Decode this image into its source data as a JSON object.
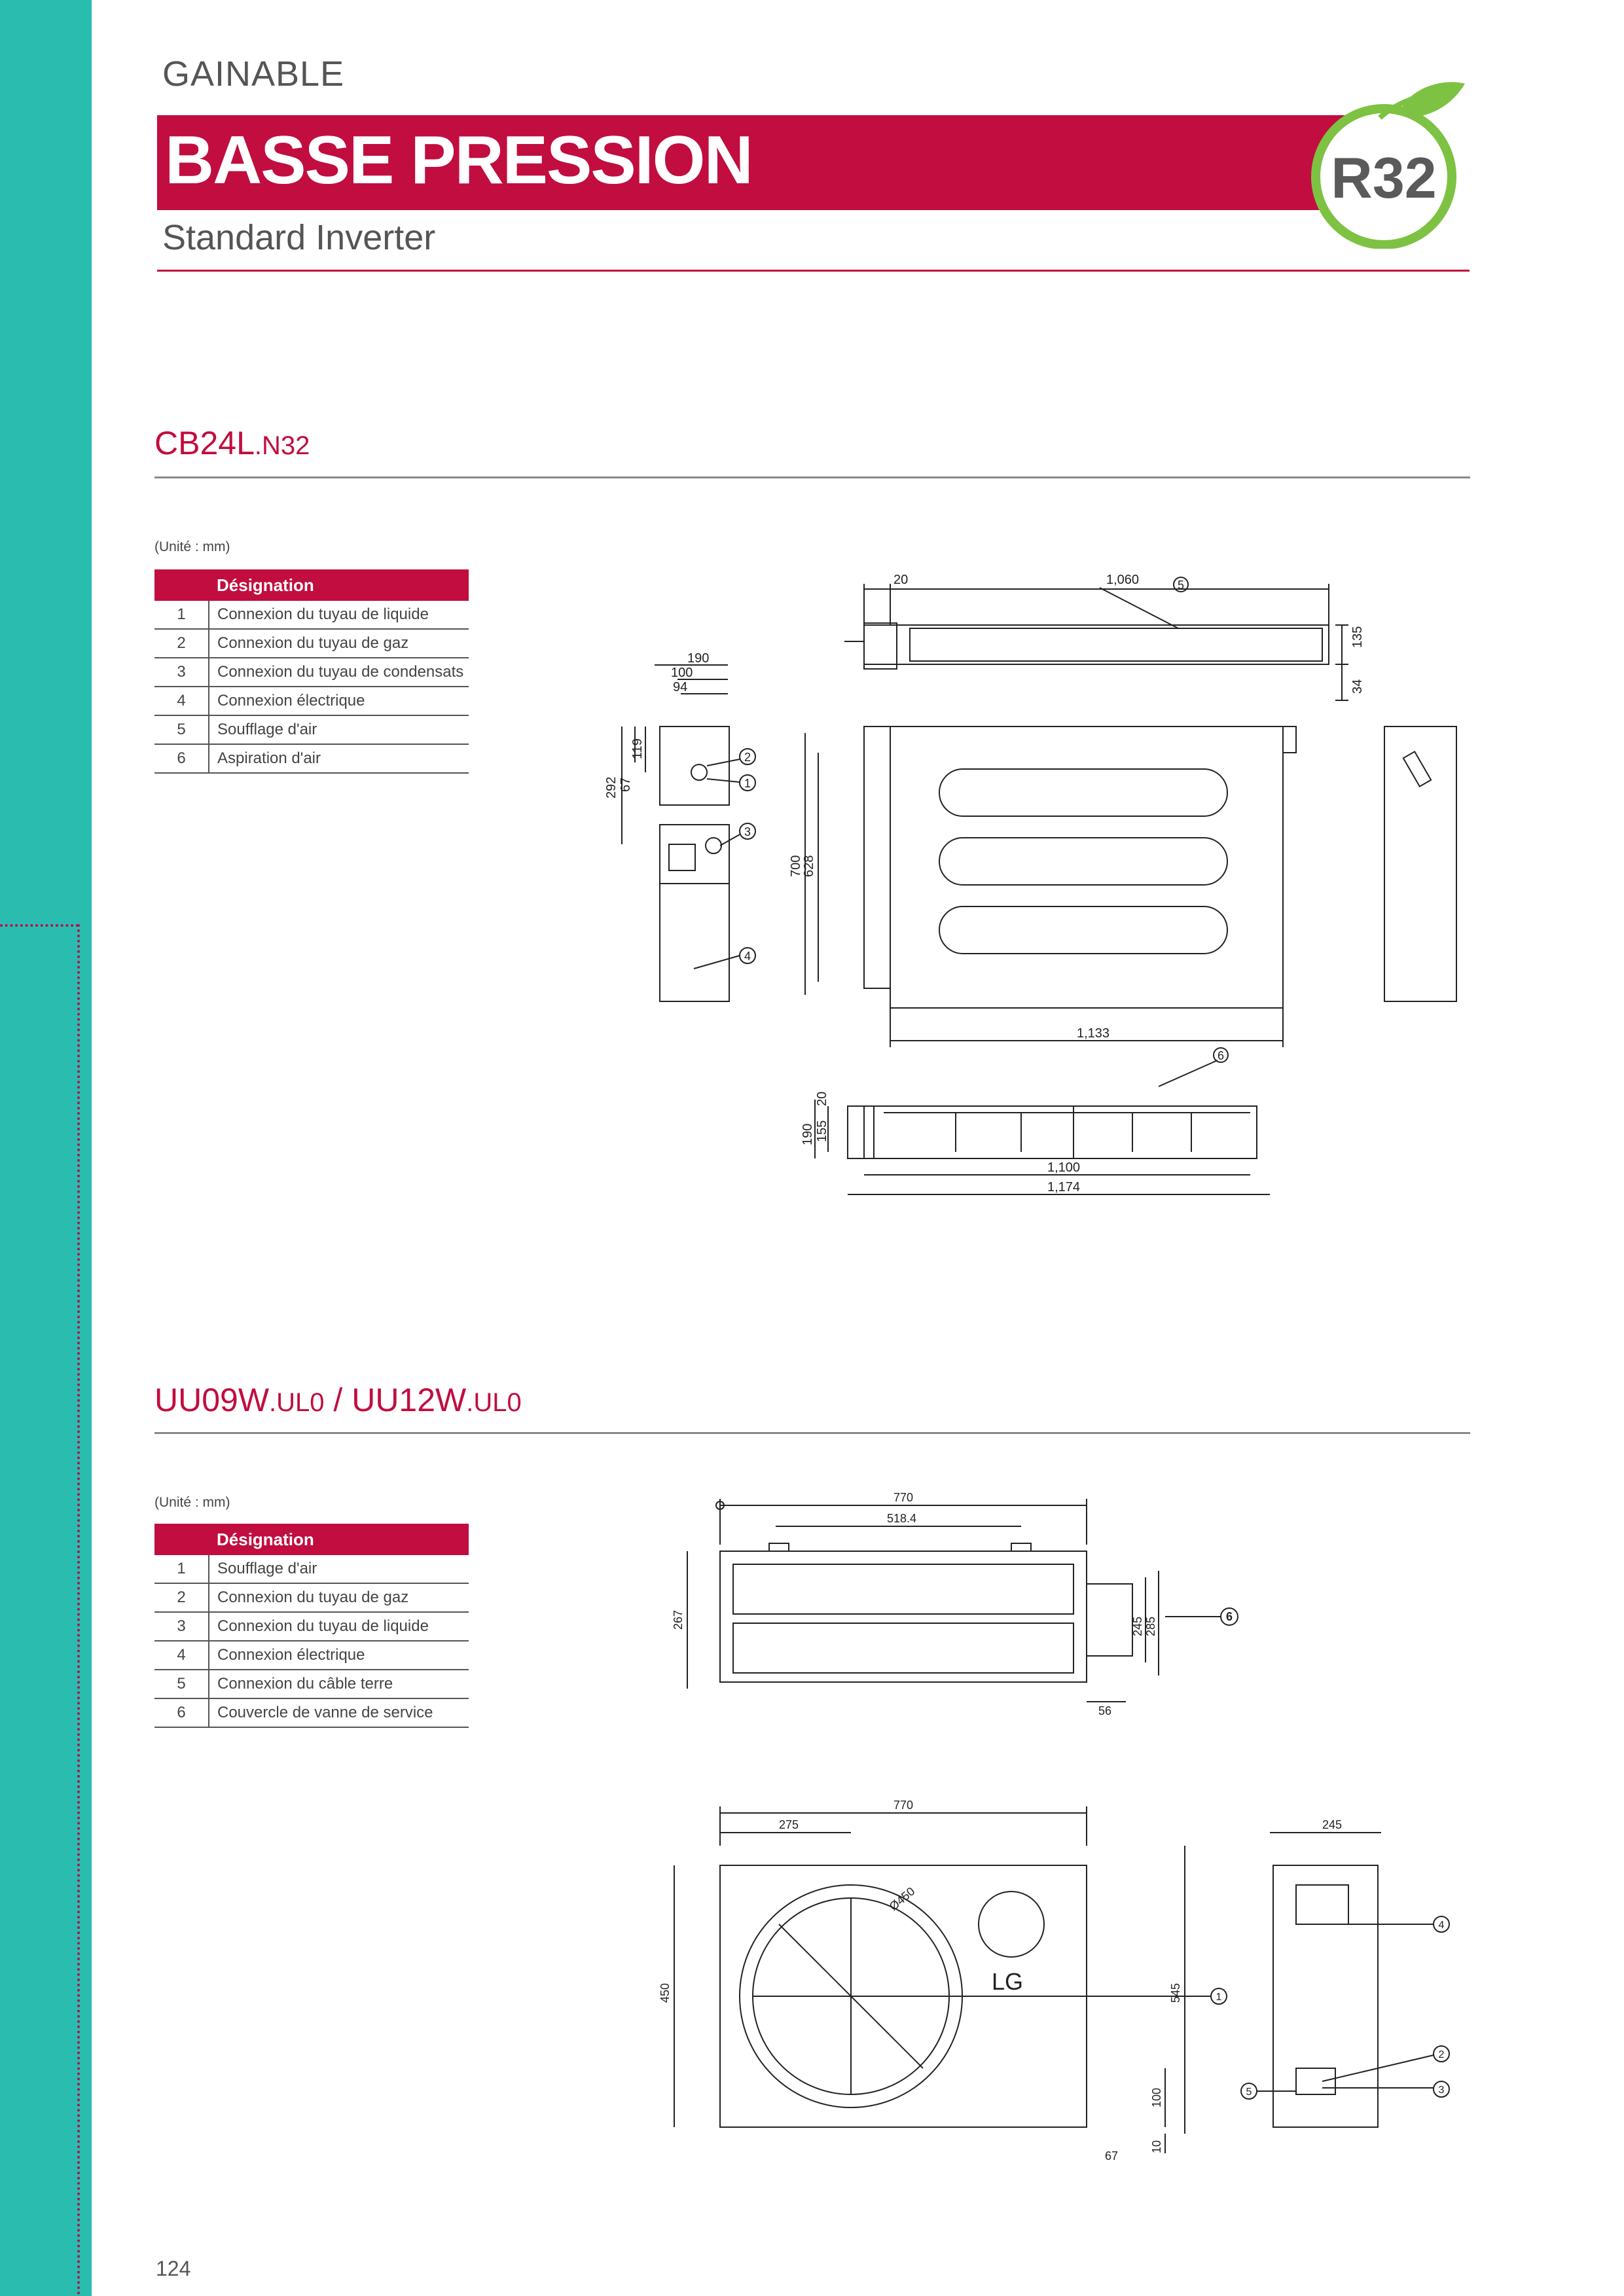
{
  "header": {
    "category": "GAINABLE",
    "title": "BASSE PRESSION",
    "subtitle": "Standard Inverter",
    "badge": "R32",
    "accent_color": "#c10d3f",
    "badge_color": "#7dc242"
  },
  "section1": {
    "model_main": "CB24L",
    "model_suffix": ".N32",
    "unit": "(Unité : mm)",
    "table_header": "Désignation",
    "rows": [
      {
        "num": "1",
        "label": "Connexion du tuyau de liquide"
      },
      {
        "num": "2",
        "label": "Connexion du tuyau de gaz"
      },
      {
        "num": "3",
        "label": "Connexion du tuyau de condensats"
      },
      {
        "num": "4",
        "label": "Connexion électrique"
      },
      {
        "num": "5",
        "label": "Soufflage d'air"
      },
      {
        "num": "6",
        "label": "Aspiration d'air"
      }
    ],
    "dims": {
      "top_20": "20",
      "top_1060": "1,060",
      "h_135": "135",
      "h_34": "34",
      "side_190": "190",
      "side_100": "100",
      "side_94": "94",
      "side_292": "292",
      "side_67": "67",
      "side_119": "119",
      "front_700": "700",
      "front_628": "628",
      "front_1133": "1,133",
      "bot_20": "20",
      "bot_190": "190",
      "bot_155": "155",
      "bot_1100": "1,100",
      "bot_1174": "1,174"
    },
    "markers": [
      "1",
      "2",
      "3",
      "4",
      "5",
      "6"
    ]
  },
  "section2": {
    "model_a": "UU09W",
    "suffix_a": ".UL0",
    "separator": " / ",
    "model_b": "UU12W",
    "suffix_b": ".UL0",
    "unit": "(Unité : mm)",
    "table_header": "Désignation",
    "rows": [
      {
        "num": "1",
        "label": "Soufflage d'air"
      },
      {
        "num": "2",
        "label": "Connexion du tuyau de gaz"
      },
      {
        "num": "3",
        "label": "Connexion du tuyau de liquide"
      },
      {
        "num": "4",
        "label": "Connexion électrique"
      },
      {
        "num": "5",
        "label": "Connexion du câble terre"
      },
      {
        "num": "6",
        "label": "Couvercle de vanne de service"
      }
    ],
    "dims": {
      "top_770": "770",
      "top_518": "518.4",
      "top_267": "267",
      "top_245": "245",
      "top_285": "285",
      "top_56": "56",
      "front_770": "770",
      "front_275": "275",
      "front_d450": "Ø450",
      "front_450": "450",
      "front_545": "545",
      "front_100": "100",
      "front_10": "10",
      "front_67": "67",
      "side_245": "245"
    },
    "logo": "LG"
  },
  "footer": {
    "page_number": "124"
  }
}
